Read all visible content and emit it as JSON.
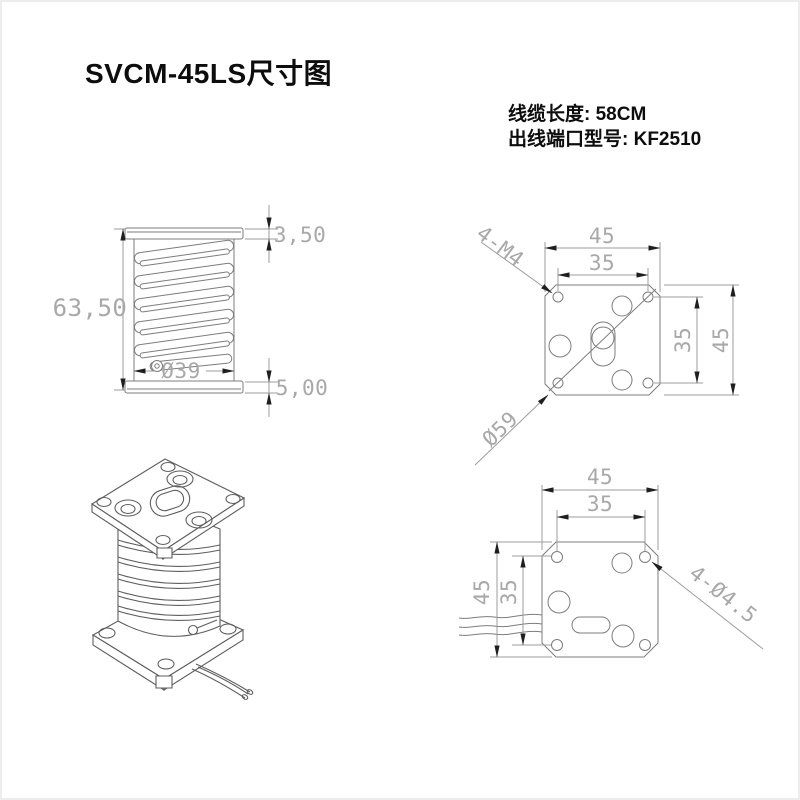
{
  "title": "SVCM-45LS尺寸图",
  "specs": {
    "cable_length": "线缆长度: 58CM",
    "port_model": "出线端口型号: KF2510"
  },
  "side_view": {
    "total_height": "63,50",
    "top_plate_thickness": "3,50",
    "spring_diameter": "Ø39",
    "base_plate_thickness": "5,00"
  },
  "top_view": {
    "outer_width": "45",
    "hole_pitch_x": "35",
    "hole_pitch_y": "35",
    "outer_height": "45",
    "thread_spec": "4-M4",
    "diagonal_diameter": "Ø59"
  },
  "bottom_view": {
    "outer_width": "45",
    "hole_pitch_x": "35",
    "outer_height": "45",
    "hole_pitch_y": "35",
    "hole_spec": "4-Ø4.5"
  },
  "colors": {
    "geometry_line": "#7d7d7d",
    "dimension_line": "#9c9c9c",
    "dimension_text": "#a8a8a8",
    "arrow": "#1f1f1f",
    "heading_text": "#0d0d0d"
  }
}
